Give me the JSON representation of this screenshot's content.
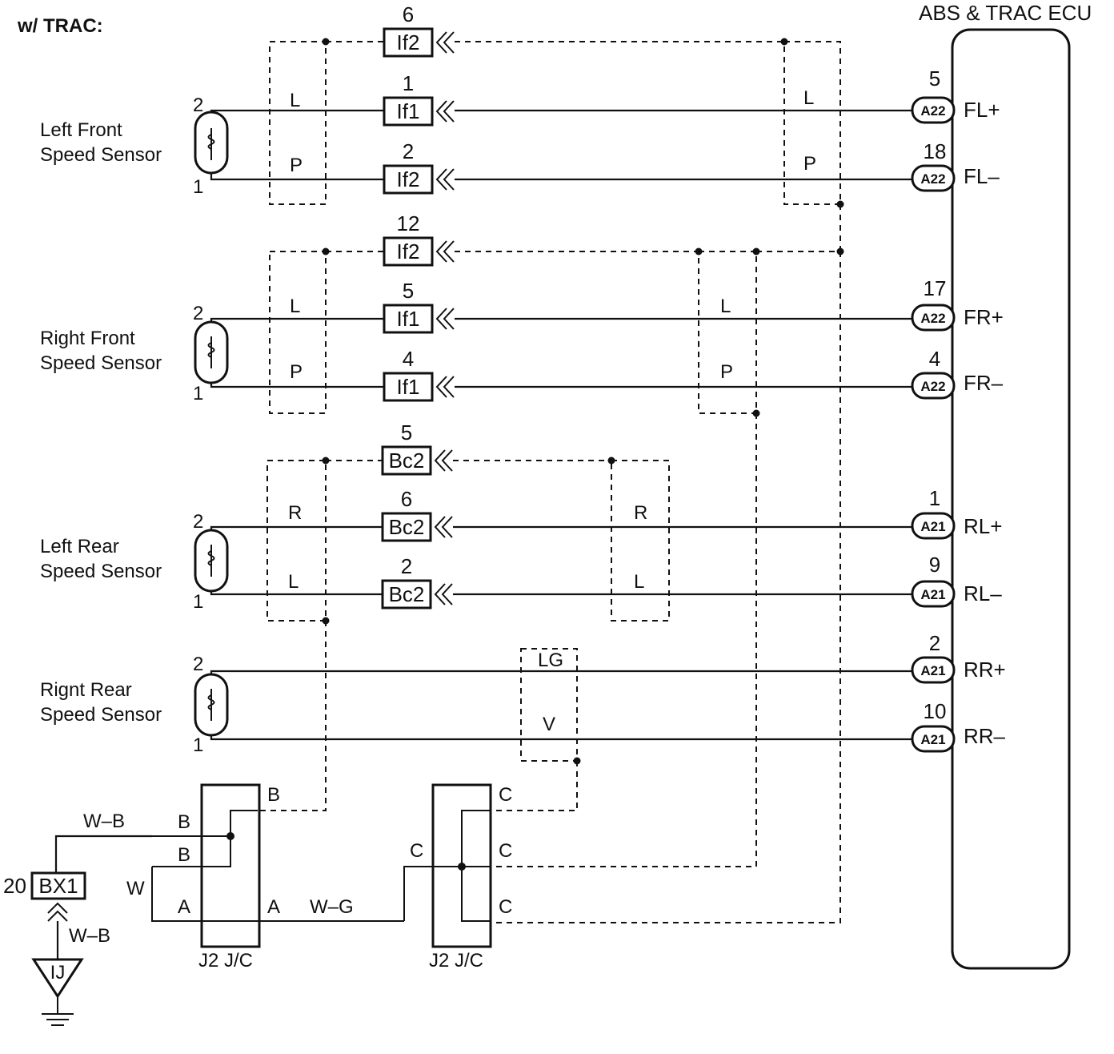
{
  "title": "w/  TRAC:",
  "ecu": {
    "label": "ABS & TRAC ECU"
  },
  "sensors": [
    {
      "name_line1": "Left Front",
      "name_line2": "Speed Sensor",
      "pin_top": "2",
      "pin_bottom": "1"
    },
    {
      "name_line1": "Right Front",
      "name_line2": "Speed Sensor",
      "pin_top": "2",
      "pin_bottom": "1"
    },
    {
      "name_line1": "Left Rear",
      "name_line2": "Speed Sensor",
      "pin_top": "2",
      "pin_bottom": "1"
    },
    {
      "name_line1": "Rignt Rear",
      "name_line2": "Speed Sensor",
      "pin_top": "2",
      "pin_bottom": "1"
    }
  ],
  "inline_connectors": [
    {
      "label": "If2",
      "pin": "6"
    },
    {
      "label": "If1",
      "pin": "1"
    },
    {
      "label": "If2",
      "pin": "2"
    },
    {
      "label": "If2",
      "pin": "12"
    },
    {
      "label": "If1",
      "pin": "5"
    },
    {
      "label": "If1",
      "pin": "4"
    },
    {
      "label": "Bc2",
      "pin": "5"
    },
    {
      "label": "Bc2",
      "pin": "6"
    },
    {
      "label": "Bc2",
      "pin": "2"
    }
  ],
  "wire_colors": {
    "lf_top_left": "L",
    "lf_bot_left": "P",
    "lf_top_right": "L",
    "lf_bot_right": "P",
    "rf_top_left": "L",
    "rf_bot_left": "P",
    "rf_top_right": "L",
    "rf_bot_right": "P",
    "lr_top_left": "R",
    "lr_bot_left": "L",
    "lr_top_right": "R",
    "lr_bot_right": "L",
    "rr_top": "LG",
    "rr_bot": "V"
  },
  "ecu_pins": [
    {
      "pin": "5",
      "connector": "A22",
      "signal": "FL+"
    },
    {
      "pin": "18",
      "connector": "A22",
      "signal": "FL–"
    },
    {
      "pin": "17",
      "connector": "A22",
      "signal": "FR+"
    },
    {
      "pin": "4",
      "connector": "A22",
      "signal": "FR–"
    },
    {
      "pin": "1",
      "connector": "A21",
      "signal": "RL+"
    },
    {
      "pin": "9",
      "connector": "A21",
      "signal": "RL–"
    },
    {
      "pin": "2",
      "connector": "A21",
      "signal": "RR+"
    },
    {
      "pin": "10",
      "connector": "A21",
      "signal": "RR–"
    }
  ],
  "junction_left": {
    "label": "J2 J/C",
    "left_pins": [
      "B",
      "B",
      "A"
    ],
    "right_pins": [
      "B",
      "A"
    ]
  },
  "junction_right": {
    "label": "J2 J/C",
    "left_pins": [
      "C"
    ],
    "right_pins": [
      "C",
      "C",
      "C"
    ]
  },
  "ground_section": {
    "wb_top": "W–B",
    "w": "W",
    "wg": "W–G",
    "bx1_pin": "20",
    "bx1_label": "BX1",
    "wb_bottom": "W–B",
    "ground_label": "IJ"
  }
}
